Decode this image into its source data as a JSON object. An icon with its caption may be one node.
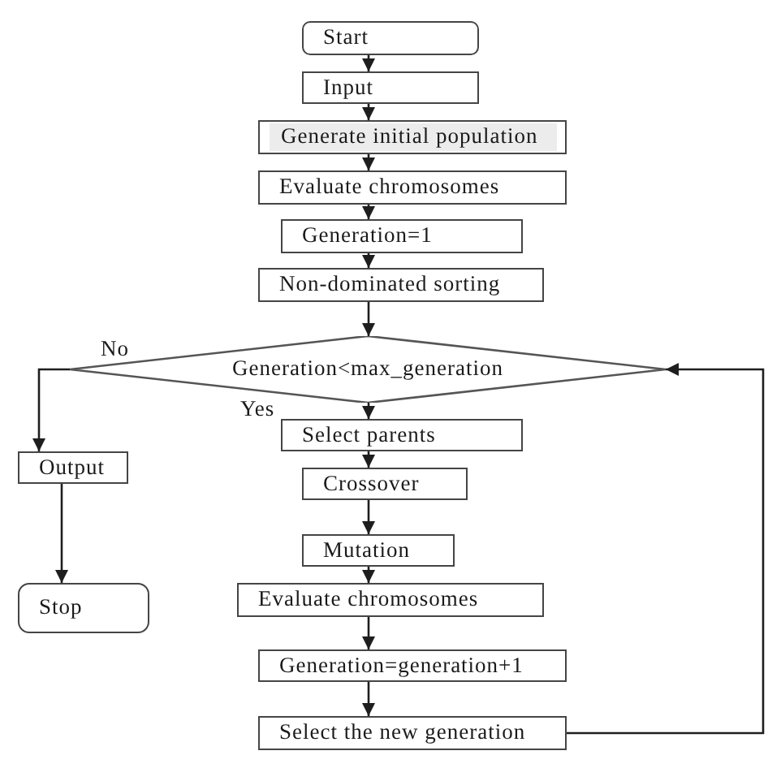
{
  "diagram": {
    "nodes": [
      {
        "text": [
          "Start"
        ]
      },
      {
        "text": [
          "Input"
        ]
      },
      {
        "text": [
          "Generate initial population"
        ]
      },
      {
        "text": [
          "Evaluate chromosomes"
        ]
      },
      {
        "text": [
          "Generation=1"
        ]
      },
      {
        "text": [
          "Non-dominated sorting"
        ]
      },
      {
        "text": [
          "Generation<max_generation"
        ]
      },
      {
        "text": [
          "Select parents"
        ]
      },
      {
        "text": [
          "Crossover"
        ]
      },
      {
        "text": [
          "Mutation"
        ]
      },
      {
        "text": [
          "Evaluate chromosomes"
        ]
      },
      {
        "text": [
          "Generation=generation+1"
        ]
      },
      {
        "text": [
          "Select the new generation"
        ]
      },
      {
        "text": [
          "Output"
        ]
      },
      {
        "text": [
          "Stop"
        ]
      }
    ],
    "edges": [
      {
        "from": 0,
        "to": 1,
        "arrow": "to"
      },
      {
        "from": 1,
        "to": 2,
        "arrow": "to"
      },
      {
        "from": 2,
        "to": 3,
        "arrow": "to"
      },
      {
        "from": 3,
        "to": 4,
        "arrow": "to"
      },
      {
        "from": 4,
        "to": 5,
        "arrow": "to"
      },
      {
        "from": 5,
        "to": 6,
        "arrow": "to"
      },
      {
        "from": 6,
        "to": 7,
        "arrow": "to",
        "label": "Yes"
      },
      {
        "from": 7,
        "to": 8,
        "arrow": "to"
      },
      {
        "from": 8,
        "to": 9,
        "arrow": "to"
      },
      {
        "from": 9,
        "to": 10,
        "arrow": "to"
      },
      {
        "from": 10,
        "to": 11,
        "arrow": "to"
      },
      {
        "from": 11,
        "to": 12,
        "arrow": "to"
      },
      {
        "from": 12,
        "to": 6,
        "arrow": "to"
      },
      {
        "from": 6,
        "to": 13,
        "arrow": "to",
        "label": "No"
      },
      {
        "from": 13,
        "to": 14,
        "arrow": "to"
      }
    ]
  }
}
